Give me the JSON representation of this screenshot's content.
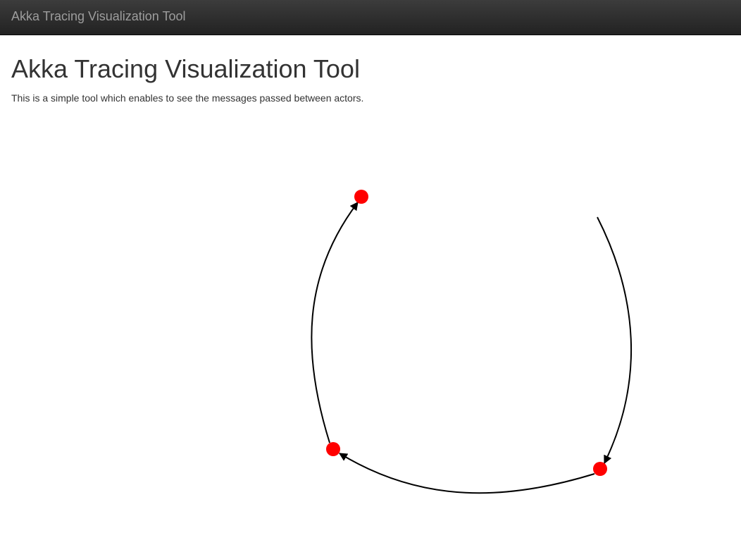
{
  "navbar": {
    "brand": "Akka Tracing Visualization Tool"
  },
  "header": {
    "title": "Akka Tracing Visualization Tool",
    "description": "This is a simple tool which enables to see the messages passed between actors."
  },
  "graph": {
    "node_color": "#ff0000",
    "edge_color": "#000000",
    "node_count": 3,
    "edge_count": 3
  }
}
